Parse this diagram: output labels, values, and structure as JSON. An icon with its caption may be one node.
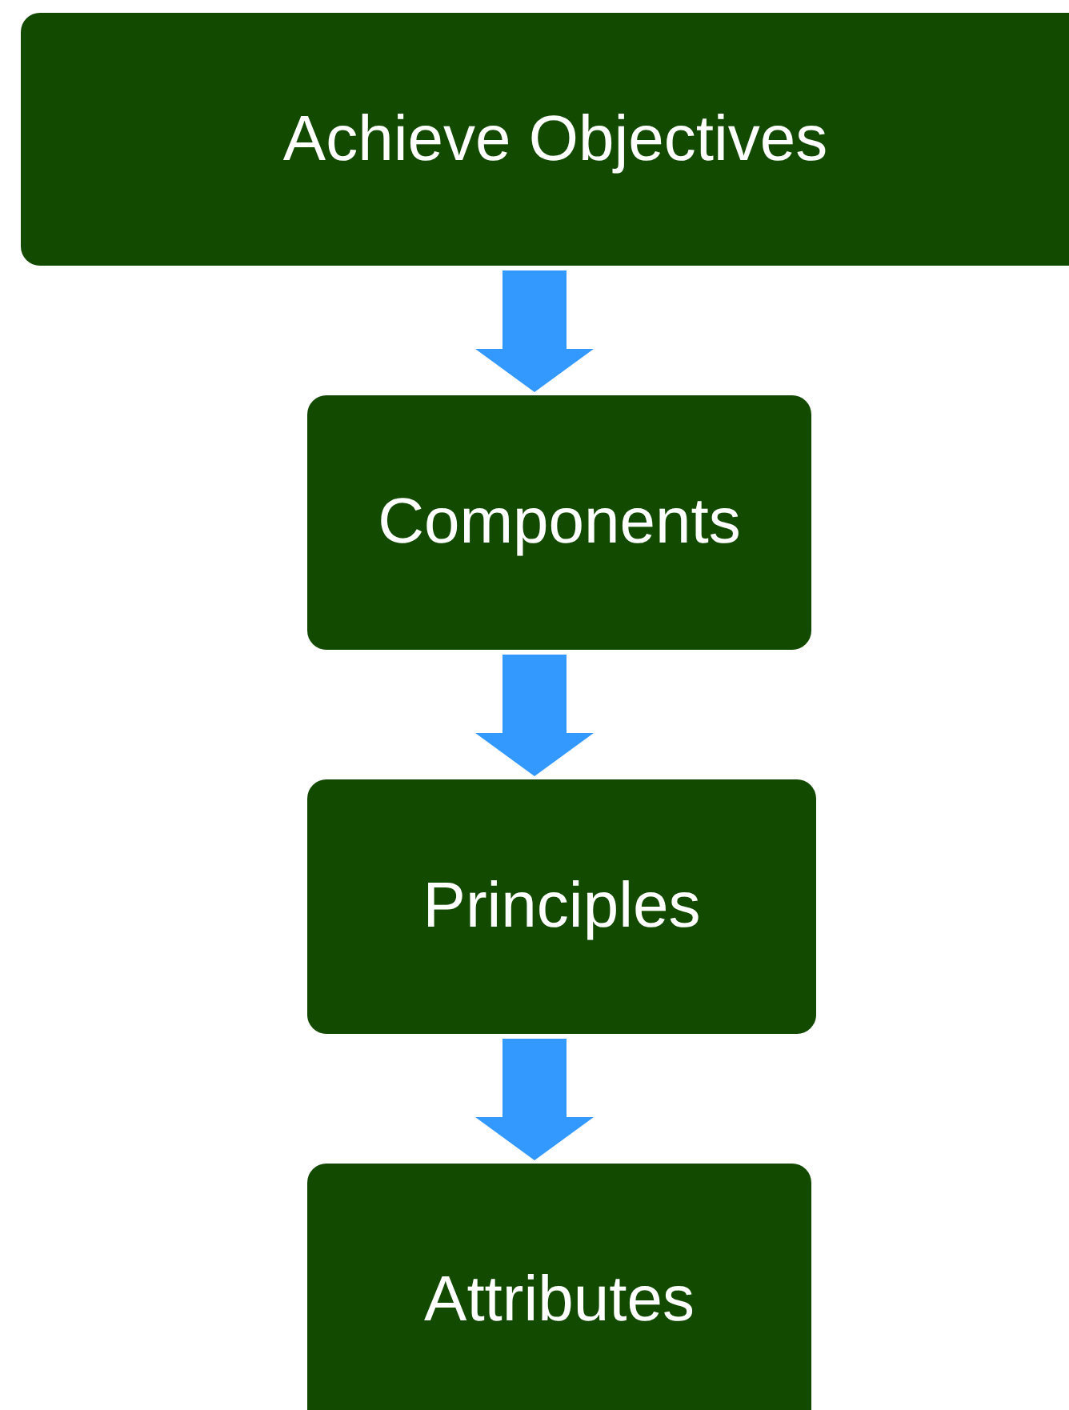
{
  "diagram": {
    "nodes": [
      {
        "text": [
          "Achieve Objectives"
        ]
      },
      {
        "text": [
          "Components"
        ]
      },
      {
        "text": [
          "Principles"
        ]
      },
      {
        "text": [
          "Attributes"
        ]
      }
    ],
    "edges": [
      {
        "from": 0,
        "to": 1,
        "arrow": "to"
      },
      {
        "from": 1,
        "to": 2,
        "arrow": "to"
      },
      {
        "from": 2,
        "to": 3,
        "arrow": "to"
      }
    ]
  }
}
